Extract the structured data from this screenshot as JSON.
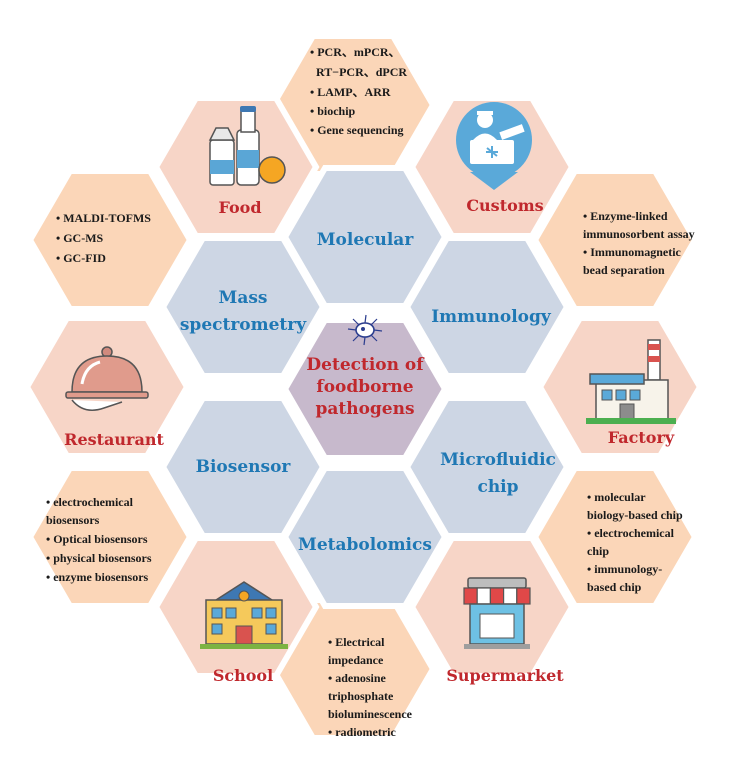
{
  "center": {
    "lines": [
      "Detection of",
      "foodborne",
      "pathogens"
    ]
  },
  "techniques": {
    "molecular": "Molecular",
    "mass_spec": [
      "Mass",
      "spectrometry"
    ],
    "immunology": "Immunology",
    "biosensor": "Biosensor",
    "microfluidic": [
      "Microfluidic",
      "chip"
    ],
    "metabolomics": "Metabolomics"
  },
  "places": {
    "food": "Food",
    "customs": "Customs",
    "restaurant": "Restaurant",
    "factory": "Factory",
    "school": "School",
    "supermarket": "Supermarket"
  },
  "methods": {
    "molecular": [
      "• PCR、mPCR、",
      "RT−PCR、dPCR",
      "• LAMP、ARR",
      "• biochip",
      "• Gene sequencing"
    ],
    "mass_spec": [
      "• MALDI-TOFMS",
      "• GC-MS",
      "• GC-FID"
    ],
    "immunology": [
      "• Enzyme-linked",
      "immunosorbent assay",
      "• Immunomagnetic",
      "bead separation"
    ],
    "biosensor": [
      "• electrochemical",
      "biosensors",
      "• Optical biosensors",
      "• physical biosensors",
      "• enzyme biosensors"
    ],
    "microfluidic": [
      "• molecular",
      "biology-based chip",
      "• electrochemical",
      "chip",
      "• immunology-",
      "based chip"
    ],
    "metabolomics": [
      "• Electrical",
      "impedance",
      "• adenosine",
      "triphosphate",
      "bioluminescence",
      "• radiometric"
    ]
  },
  "icons": {
    "food": "milk-bottles-icon",
    "customs": "customs-officer-icon",
    "restaurant": "cloche-icon",
    "factory": "factory-icon",
    "school": "school-building-icon",
    "supermarket": "storefront-icon",
    "center": "bacterium-icon"
  },
  "colors": {
    "technique_text": "#1f78b4",
    "place_text": "#c0282d",
    "inner_hex": "#cdd6e4",
    "center_hex": "#c7b9cc",
    "place_hex": "#f7d5c7",
    "method_hex": "#fbd6b8"
  }
}
